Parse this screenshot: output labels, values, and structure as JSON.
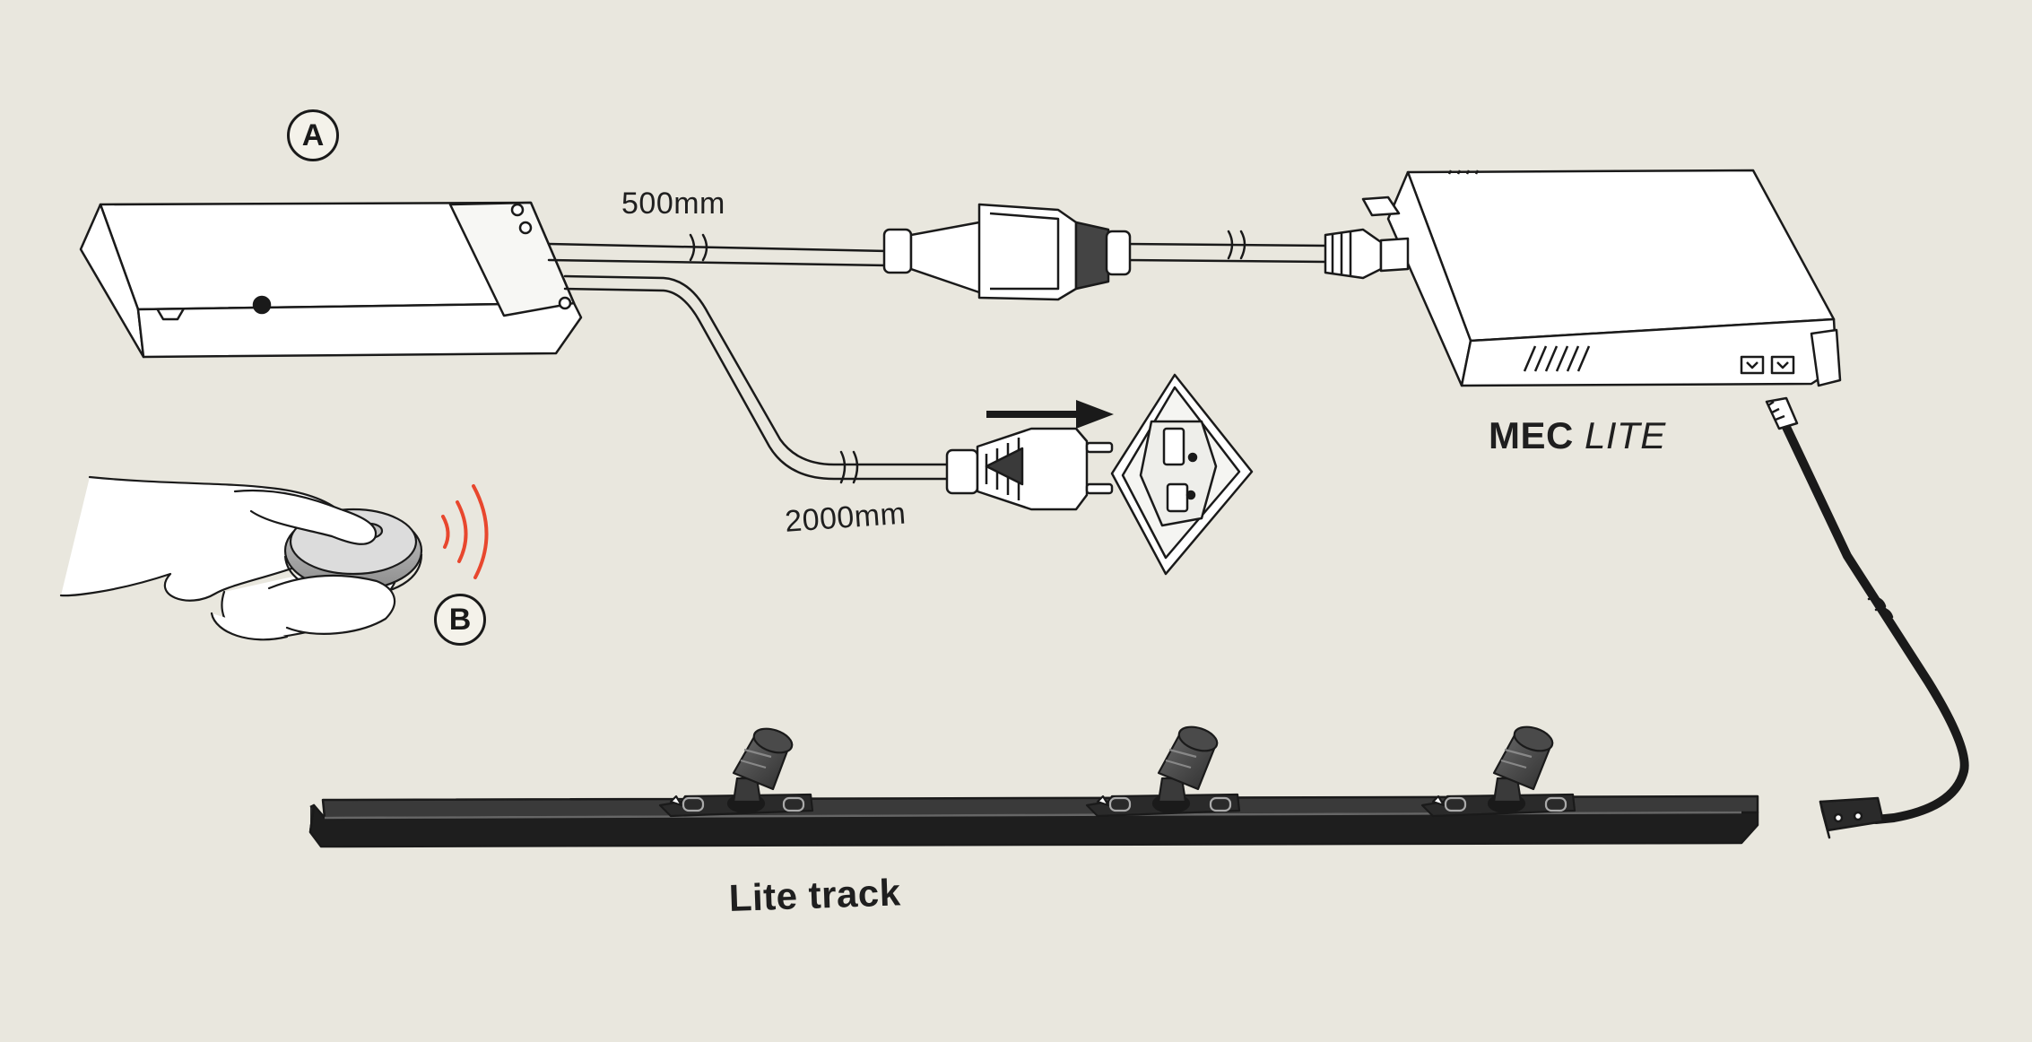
{
  "callouts": {
    "a": "A",
    "b": "B"
  },
  "labels": {
    "cable_short": "500mm",
    "cable_long": "2000mm",
    "driver_name_bold": "MEC",
    "driver_name_light": "LITE",
    "track": "Lite track"
  },
  "colors": {
    "background": "#e9e7de",
    "line": "#1a1a1a",
    "signal": "#e8472e",
    "track": "#2a2a2a",
    "spot": "#555555"
  },
  "icons": {
    "remote_signal": "wireless-signal-icon",
    "insert_direction": "arrow-right-icon"
  }
}
